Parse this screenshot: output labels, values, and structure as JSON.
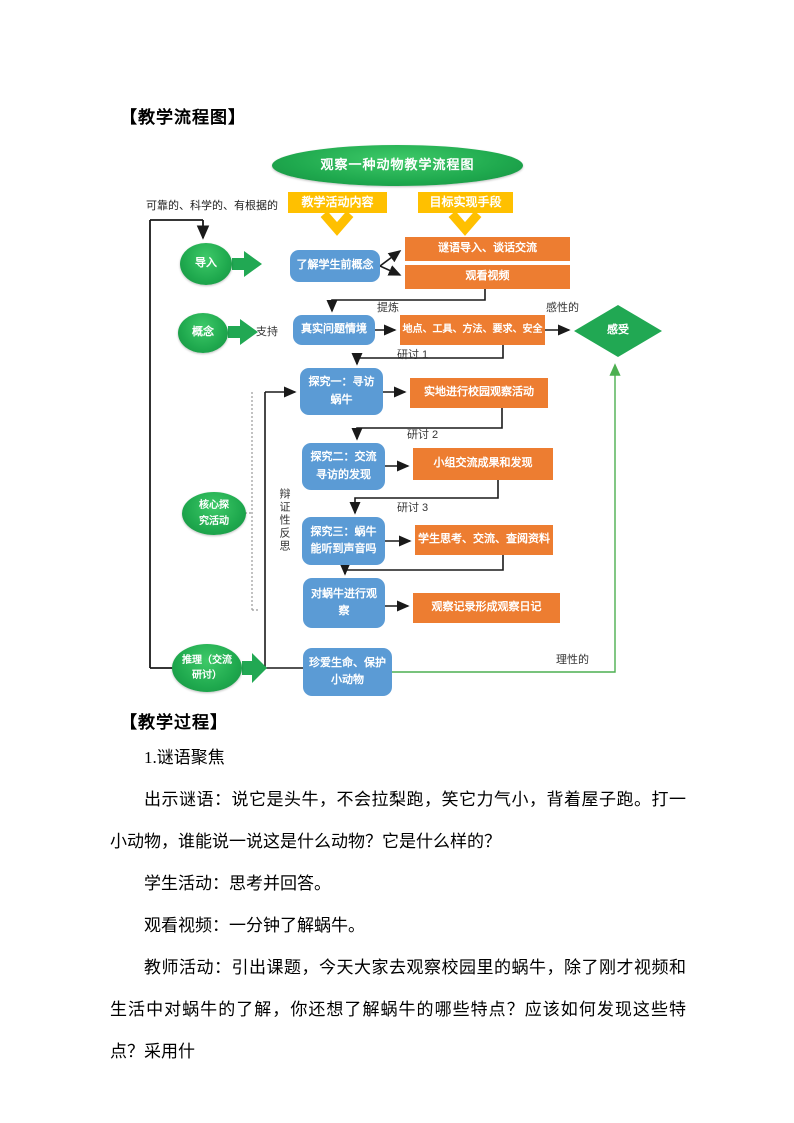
{
  "document": {
    "section_flowchart_title": "【教学流程图】",
    "section_process_title": "【教学过程】"
  },
  "flowchart": {
    "title": "观察一种动物教学流程图",
    "col_left_header": "教学活动内容",
    "col_right_header": "目标实现手段",
    "note_top_left": "可靠的、科学的、有根据的",
    "stages": {
      "import": "导入",
      "concept": "概念",
      "core": "核心探究活动",
      "reasoning": "推理（交流研讨）"
    },
    "diamond_feel": "感受",
    "blue_nodes": {
      "preconcept": "了解学生前概念",
      "situation": "真实问题情境",
      "inquiry1": "探究一：寻访蜗牛",
      "inquiry2": "探究二：交流寻访的发现",
      "inquiry3": "探究三：蜗牛能听到声音吗",
      "observe": "对蜗牛进行观察",
      "cherish": "珍爱生命、保护小动物"
    },
    "orange_nodes": {
      "riddle": "谜语导入、谈话交流",
      "video": "观看视频",
      "plan": "地点、工具、方法、要求、安全",
      "field": "实地进行校园观察活动",
      "group": "小组交流成果和发现",
      "think": "学生思考、交流、查阅资料",
      "diary": "观察记录形成观察日记"
    },
    "labels": {
      "support": "支持",
      "refine": "提炼",
      "perceptual": "感性的",
      "rational": "理性的",
      "seminar1": "研讨 1",
      "seminar2": "研讨 2",
      "seminar3": "研讨 3",
      "dialectic": "辩证性反思"
    },
    "colors": {
      "green": "#21A853",
      "yellow": "#FFC000",
      "blue": "#5B9BD5",
      "orange": "#ED7D31",
      "line": "#1a1a1a",
      "feedback_green": "#4CAF50"
    }
  },
  "process": {
    "paragraphs": [
      "1.谜语聚焦",
      "出示谜语：说它是头牛，不会拉梨跑，笑它力气小，背着屋子跑。打一小动物，谁能说一说这是什么动物？它是什么样的？",
      "学生活动：思考并回答。",
      "观看视频：一分钟了解蜗牛。",
      "教师活动：引出课题，今天大家去观察校园里的蜗牛，除了刚才视频和生活中对蜗牛的了解，你还想了解蜗牛的哪些特点？应该如何发现这些特点？采用什"
    ]
  }
}
